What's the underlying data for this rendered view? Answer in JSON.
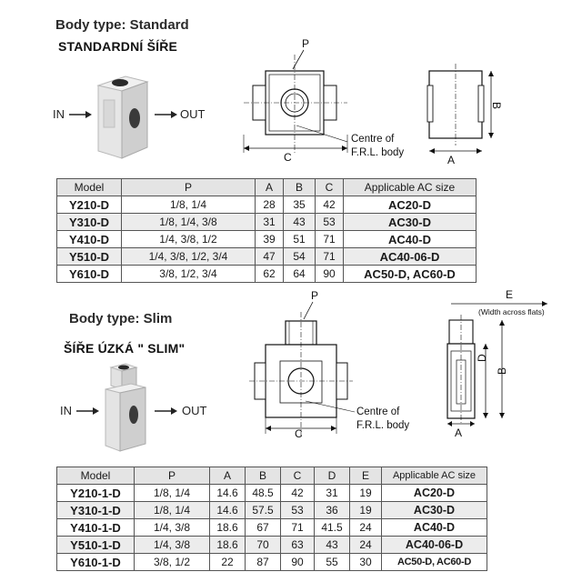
{
  "standard": {
    "title": "Body type: Standard",
    "subtitle_cz": "STANDARDNÍ ŠÍŘE",
    "flow": {
      "in": "IN",
      "out": "OUT"
    },
    "dims": {
      "p": "P",
      "c": "C",
      "a": "A",
      "b": "B"
    },
    "centre_note": [
      "Centre of",
      "F.R.L. body"
    ],
    "table": {
      "headers": [
        "Model",
        "P",
        "A",
        "B",
        "C",
        "Applicable AC size"
      ],
      "rows": [
        [
          "Y210-D",
          "1/8, 1/4",
          "28",
          "35",
          "42",
          "AC20-D"
        ],
        [
          "Y310-D",
          "1/8, 1/4, 3/8",
          "31",
          "43",
          "53",
          "AC30-D"
        ],
        [
          "Y410-D",
          "1/4, 3/8, 1/2",
          "39",
          "51",
          "71",
          "AC40-D"
        ],
        [
          "Y510-D",
          "1/4, 3/8, 1/2, 3/4",
          "47",
          "54",
          "71",
          "AC40-06-D"
        ],
        [
          "Y610-D",
          "3/8, 1/2, 3/4",
          "62",
          "64",
          "90",
          "AC50-D, AC60-D"
        ]
      ]
    }
  },
  "slim": {
    "title": "Body type: Slim",
    "subtitle_cz": "ŠÍŘE ÚZKÁ \" SLIM\"",
    "flow": {
      "in": "IN",
      "out": "OUT"
    },
    "dims": {
      "p": "P",
      "c": "C",
      "a": "A",
      "b": "B",
      "d": "D",
      "e": "E"
    },
    "e_note": "(Width across flats)",
    "centre_note": [
      "Centre of",
      "F.R.L. body"
    ],
    "table": {
      "headers": [
        "Model",
        "P",
        "A",
        "B",
        "C",
        "D",
        "E",
        "Applicable AC size"
      ],
      "rows": [
        [
          "Y210-1-D",
          "1/8, 1/4",
          "14.6",
          "48.5",
          "42",
          "31",
          "19",
          "AC20-D"
        ],
        [
          "Y310-1-D",
          "1/8, 1/4",
          "14.6",
          "57.5",
          "53",
          "36",
          "19",
          "AC30-D"
        ],
        [
          "Y410-1-D",
          "1/4, 3/8",
          "18.6",
          "67",
          "71",
          "41.5",
          "24",
          "AC40-D"
        ],
        [
          "Y510-1-D",
          "1/4, 3/8",
          "18.6",
          "70",
          "63",
          "43",
          "24",
          "AC40-06-D"
        ],
        [
          "Y610-1-D",
          "3/8, 1/2",
          "22",
          "87",
          "90",
          "55",
          "30",
          "AC50-D, AC60-D"
        ]
      ]
    }
  }
}
